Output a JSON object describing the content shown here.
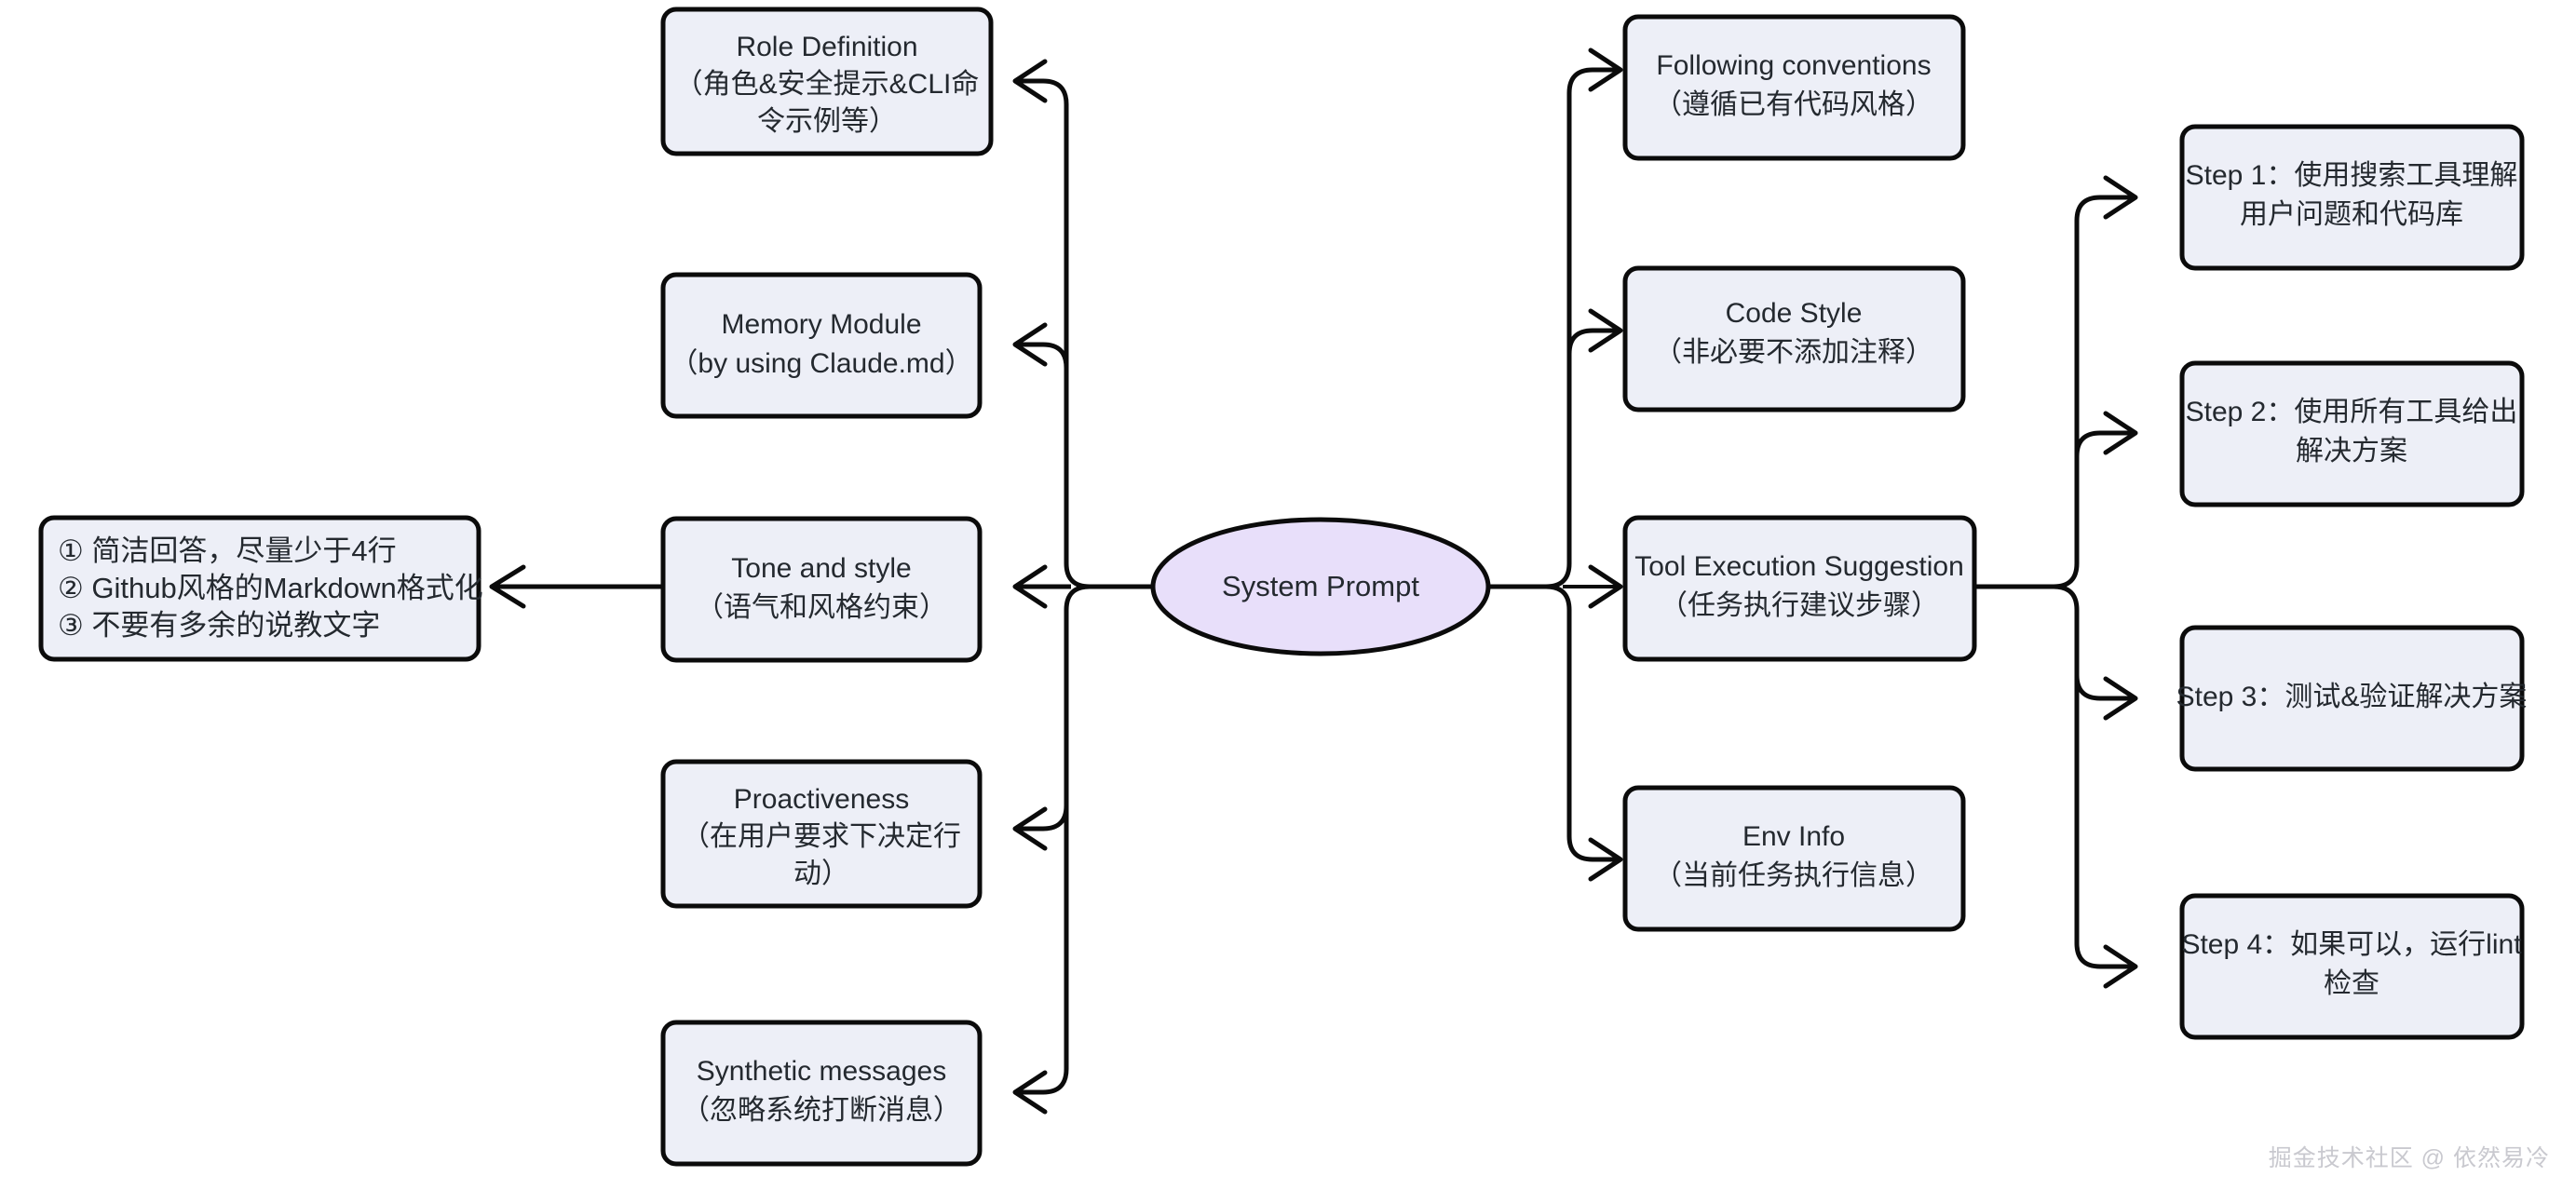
{
  "diagram": {
    "type": "mindmap",
    "title_node": {
      "label": "System Prompt",
      "shape": "ellipse",
      "fill": "#e8dffa"
    },
    "node_fill": "#edeff7",
    "node_stroke": "#0b0b0b",
    "background": "#ffffff",
    "left_branch": [
      {
        "id": "role-definition",
        "lines": [
          "Role Definition",
          "（角色&安全提示&CLI命",
          "令示例等）"
        ]
      },
      {
        "id": "memory-module",
        "lines": [
          "Memory Module",
          "（by using Claude.md）"
        ]
      },
      {
        "id": "tone-and-style",
        "lines": [
          "Tone and style",
          "（语气和风格约束）"
        ]
      },
      {
        "id": "proactiveness",
        "lines": [
          "Proactiveness",
          "（在用户要求下决定行",
          "动）"
        ]
      },
      {
        "id": "synthetic-messages",
        "lines": [
          "Synthetic messages",
          "（忽略系统打断消息）"
        ]
      }
    ],
    "tone_detail": {
      "id": "tone-style-details",
      "lines": [
        "① 简洁回答，尽量少于4行",
        "② Github风格的Markdown格式化",
        "③ 不要有多余的说教文字"
      ]
    },
    "right_branch": [
      {
        "id": "following-conventions",
        "lines": [
          "Following conventions",
          "（遵循已有代码风格）"
        ]
      },
      {
        "id": "code-style",
        "lines": [
          "Code Style",
          "（非必要不添加注释）"
        ]
      },
      {
        "id": "tool-execution-suggestion",
        "lines": [
          "Tool Execution Suggestion",
          "（任务执行建议步骤）"
        ]
      },
      {
        "id": "env-info",
        "lines": [
          "Env Info",
          "（当前任务执行信息）"
        ]
      }
    ],
    "steps": [
      {
        "id": "step-1",
        "lines": [
          "Step 1：使用搜索工具理解",
          "用户问题和代码库"
        ]
      },
      {
        "id": "step-2",
        "lines": [
          "Step 2：使用所有工具给出",
          "解决方案"
        ]
      },
      {
        "id": "step-3",
        "lines": [
          "Step 3：测试&验证解决方案"
        ]
      },
      {
        "id": "step-4",
        "lines": [
          "Step 4：如果可以，运行lint",
          "检查"
        ]
      }
    ],
    "watermark": "掘金技术社区 @ 依然易冷"
  }
}
